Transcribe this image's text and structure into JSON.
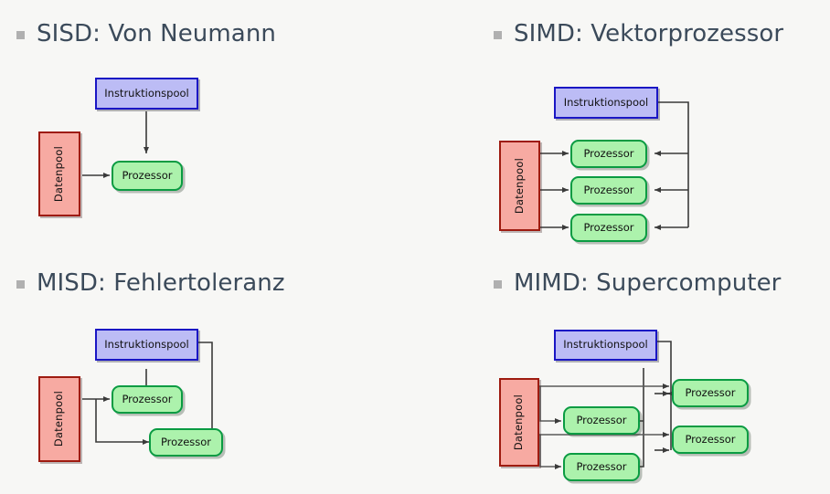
{
  "slide": {
    "background_color": "#f7f7f5",
    "heading_color": "#3b4a5a",
    "bullet_color": "#b0b0b0"
  },
  "palette": {
    "instruction_fill": "#bcbcf5",
    "instruction_border": "#1a16c4",
    "data_fill": "#f7aaa2",
    "data_border": "#9e1b10",
    "processor_fill": "#acf2ac",
    "processor_border": "#0a9b42",
    "connector": "#3a3a3a"
  },
  "labels": {
    "instruction_pool": "Instruktionspool",
    "data_pool": "Datenpool",
    "processor": "Prozessor"
  },
  "quadrants": [
    {
      "id": "sisd",
      "heading": "SISD: Von Neumann",
      "instruction_pools": 1,
      "data_pools": 1,
      "processors": 1
    },
    {
      "id": "simd",
      "heading": "SIMD: Vektorprozessor",
      "instruction_pools": 1,
      "data_pools": 1,
      "processors": 3
    },
    {
      "id": "misd",
      "heading": "MISD: Fehlertoleranz",
      "instruction_pools": 1,
      "data_pools": 1,
      "processors": 2
    },
    {
      "id": "mimd",
      "heading": "MIMD: Supercomputer",
      "instruction_pools": 1,
      "data_pools": 1,
      "processors": 4
    }
  ]
}
